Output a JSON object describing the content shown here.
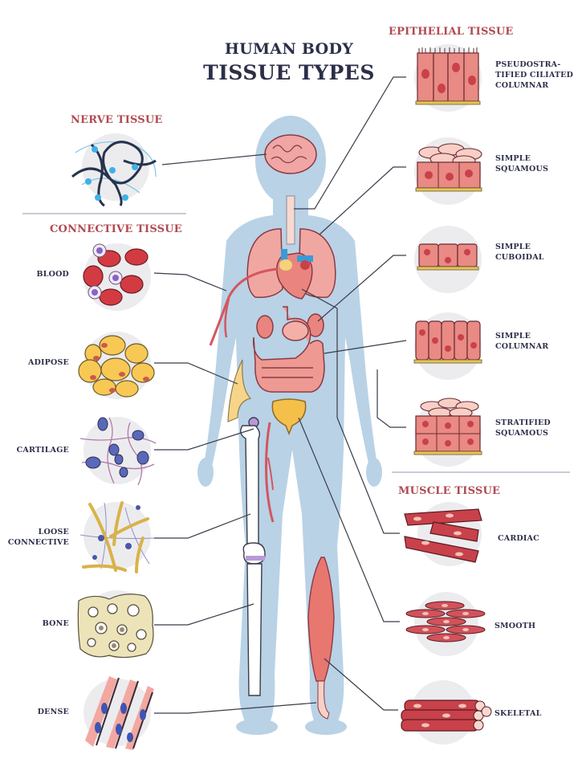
{
  "title": {
    "line1": "HUMAN BODY",
    "line2": "TISSUE TYPES"
  },
  "colors": {
    "title": "#2c2f48",
    "section_heading": "#b04a52",
    "body_silhouette": "#b9d2e6",
    "tissue_red": "#c9414a",
    "tissue_pink": "#e9857e",
    "basement_yellow": "#e6c35a",
    "leader_line": "#3a3c4a"
  },
  "sections": {
    "nerve": {
      "heading": "NERVE TISSUE",
      "items": []
    },
    "connective": {
      "heading": "CONNECTIVE TISSUE",
      "items": [
        {
          "label": "BLOOD"
        },
        {
          "label": "ADIPOSE"
        },
        {
          "label": "CARTILAGE"
        },
        {
          "label_line1": "LOOSE",
          "label_line2": "CONNECTIVE"
        },
        {
          "label": "BONE"
        },
        {
          "label": "DENSE"
        }
      ]
    },
    "epithelial": {
      "heading": "EPITHELIAL TISSUE",
      "items": [
        {
          "label_line1": "PSEUDOSTRA-",
          "label_line2": "TIFIED CILIATED",
          "label_line3": "COLUMNAR"
        },
        {
          "label_line1": "SIMPLE",
          "label_line2": "SQUAMOUS"
        },
        {
          "label_line1": "SIMPLE",
          "label_line2": "CUBOIDAL"
        },
        {
          "label_line1": "SIMPLE",
          "label_line2": "COLUMNAR"
        },
        {
          "label_line1": "STRATIFIED",
          "label_line2": "SQUAMOUS"
        }
      ]
    },
    "muscle": {
      "heading": "MUSCLE TISSUE",
      "items": [
        {
          "label": "CARDIAC"
        },
        {
          "label": "SMOOTH"
        },
        {
          "label": "SKELETAL"
        }
      ]
    }
  },
  "body_organs": [
    "brain",
    "trachea",
    "lungs",
    "heart",
    "artery",
    "stomach",
    "intestines",
    "kidneys",
    "adipose-pad",
    "bladder",
    "femur-head",
    "knee-joint",
    "tibia-fibula",
    "calf-muscle",
    "achilles-tendon"
  ]
}
